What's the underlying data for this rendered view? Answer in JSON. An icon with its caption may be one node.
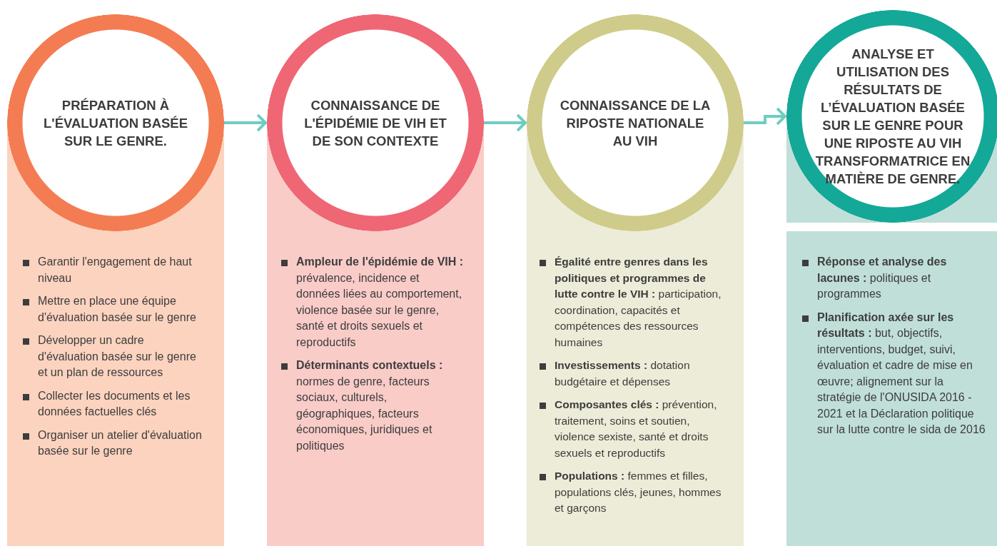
{
  "diagram": {
    "nodes": [
      {
        "text": [
          "PRÉPARATION À L'ÉVALUATION BASÉE SUR LE GENRE."
        ]
      },
      {
        "text": [
          "Garantir l'engagement de haut niveau",
          "Mettre en place une équipe d'évaluation basée sur le genre",
          "Développer un cadre d'évaluation basée sur le genre et un plan de ressources",
          "Collecter les documents et les données factuelles clés",
          "Organiser un atelier d'évaluation basée sur le genre"
        ]
      },
      {
        "text": [
          "CONNAISSANCE DE L'ÉPIDÉMIE DE VIH ET DE SON CONTEXTE"
        ]
      },
      {
        "text": [
          "**Ampleur de l'épidémie de VIH :** prévalence, incidence et données liées au comportement, violence basée sur le genre, santé et droits sexuels et reproductifs",
          "**Déterminants contextuels :** normes de genre, facteurs sociaux, culturels, géographiques, facteurs économiques, juridiques et politiques"
        ]
      },
      {
        "text": [
          "CONNAISSANCE DE LA RIPOSTE NATIONALE AU VIH"
        ]
      },
      {
        "text": [
          "**Égalité entre genres dans les politiques et programmes de lutte contre le VIH :** participation, coordination, capacités et compétences des ressources humaines",
          "**Investissements :** dotation budgétaire et dépenses",
          "**Composantes clés :** prévention, traitement, soins et soutien, violence sexiste, santé et droits sexuels et reproductifs",
          "**Populations :** femmes et filles, populations clés, jeunes, hommes et garçons"
        ]
      },
      {
        "text": [
          "ANALYSE ET UTILISATION DES RÉSULTATS DE L’ÉVALUATION BASÉE SUR LE GENRE POUR UNE RIPOSTE AU VIH TRANSFORMATRICE EN MATIÈRE DE GENRE."
        ]
      },
      {
        "text": [
          "**Réponse et analyse des lacunes :** politiques et programmes",
          "**Planification axée sur les résultats :** but, objectifs, interventions, budget, suivi, évaluation et cadre de mise en œuvre; alignement sur la stratégie de l'ONUSIDA 2016 - 2021 et la Déclaration politique sur la lutte contre le sida de 2016"
        ]
      }
    ],
    "edges": [
      {
        "from": 0,
        "to": 2,
        "arrow": "to"
      },
      {
        "from": 2,
        "to": 4,
        "arrow": "to"
      },
      {
        "from": 4,
        "to": 6,
        "arrow": "to"
      }
    ]
  }
}
